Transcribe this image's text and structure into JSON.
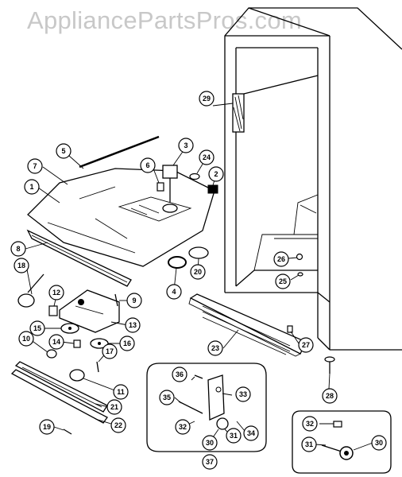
{
  "watermark": "AppliancePartsPros.com",
  "callouts": {
    "c1": "1",
    "c2": "2",
    "c3": "3",
    "c4": "4",
    "c5": "5",
    "c6": "6",
    "c7": "7",
    "c8": "8",
    "c9": "9",
    "c10": "10",
    "c11": "11",
    "c12": "12",
    "c13": "13",
    "c14": "14",
    "c15": "15",
    "c16": "16",
    "c17": "17",
    "c18": "18",
    "c19": "19",
    "c20": "20",
    "c21": "21",
    "c22": "22",
    "c23": "23",
    "c24": "24",
    "c25": "25",
    "c26": "26",
    "c27": "27",
    "c28": "28",
    "c29": "29",
    "c30a": "30",
    "c30b": "30",
    "c31a": "31",
    "c31b": "31",
    "c32a": "32",
    "c32b": "32",
    "c33": "33",
    "c34": "34",
    "c35": "35",
    "c36": "36",
    "c37": "37"
  }
}
